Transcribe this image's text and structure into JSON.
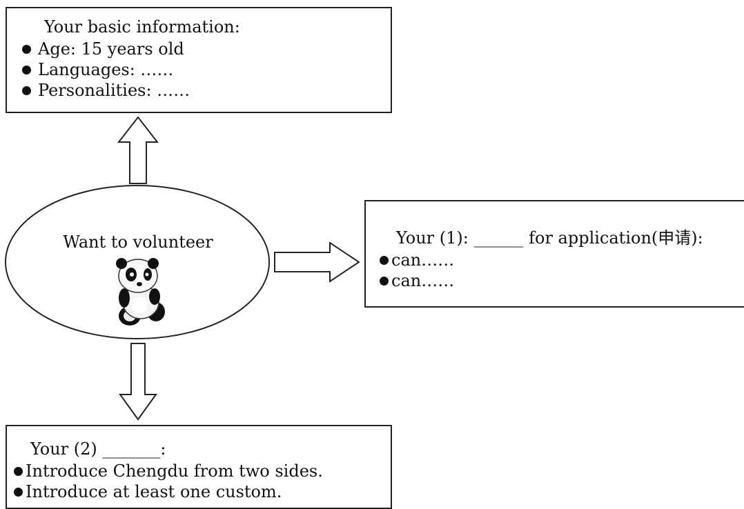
{
  "top_box": {
    "title": "Your basic information:",
    "items": [
      "Age: 15 years old",
      "Languages: ……",
      "Personalities: ……"
    ]
  },
  "center": {
    "label": "Want to volunteer",
    "image": "panda-icon"
  },
  "right_box": {
    "title": "Your (1): ______ for application(申请):",
    "items": [
      "can……",
      "can……"
    ]
  },
  "bottom_box": {
    "title": "Your (2) _______:",
    "items": [
      "Introduce Chengdu from two sides.",
      "Introduce at least one custom."
    ]
  }
}
